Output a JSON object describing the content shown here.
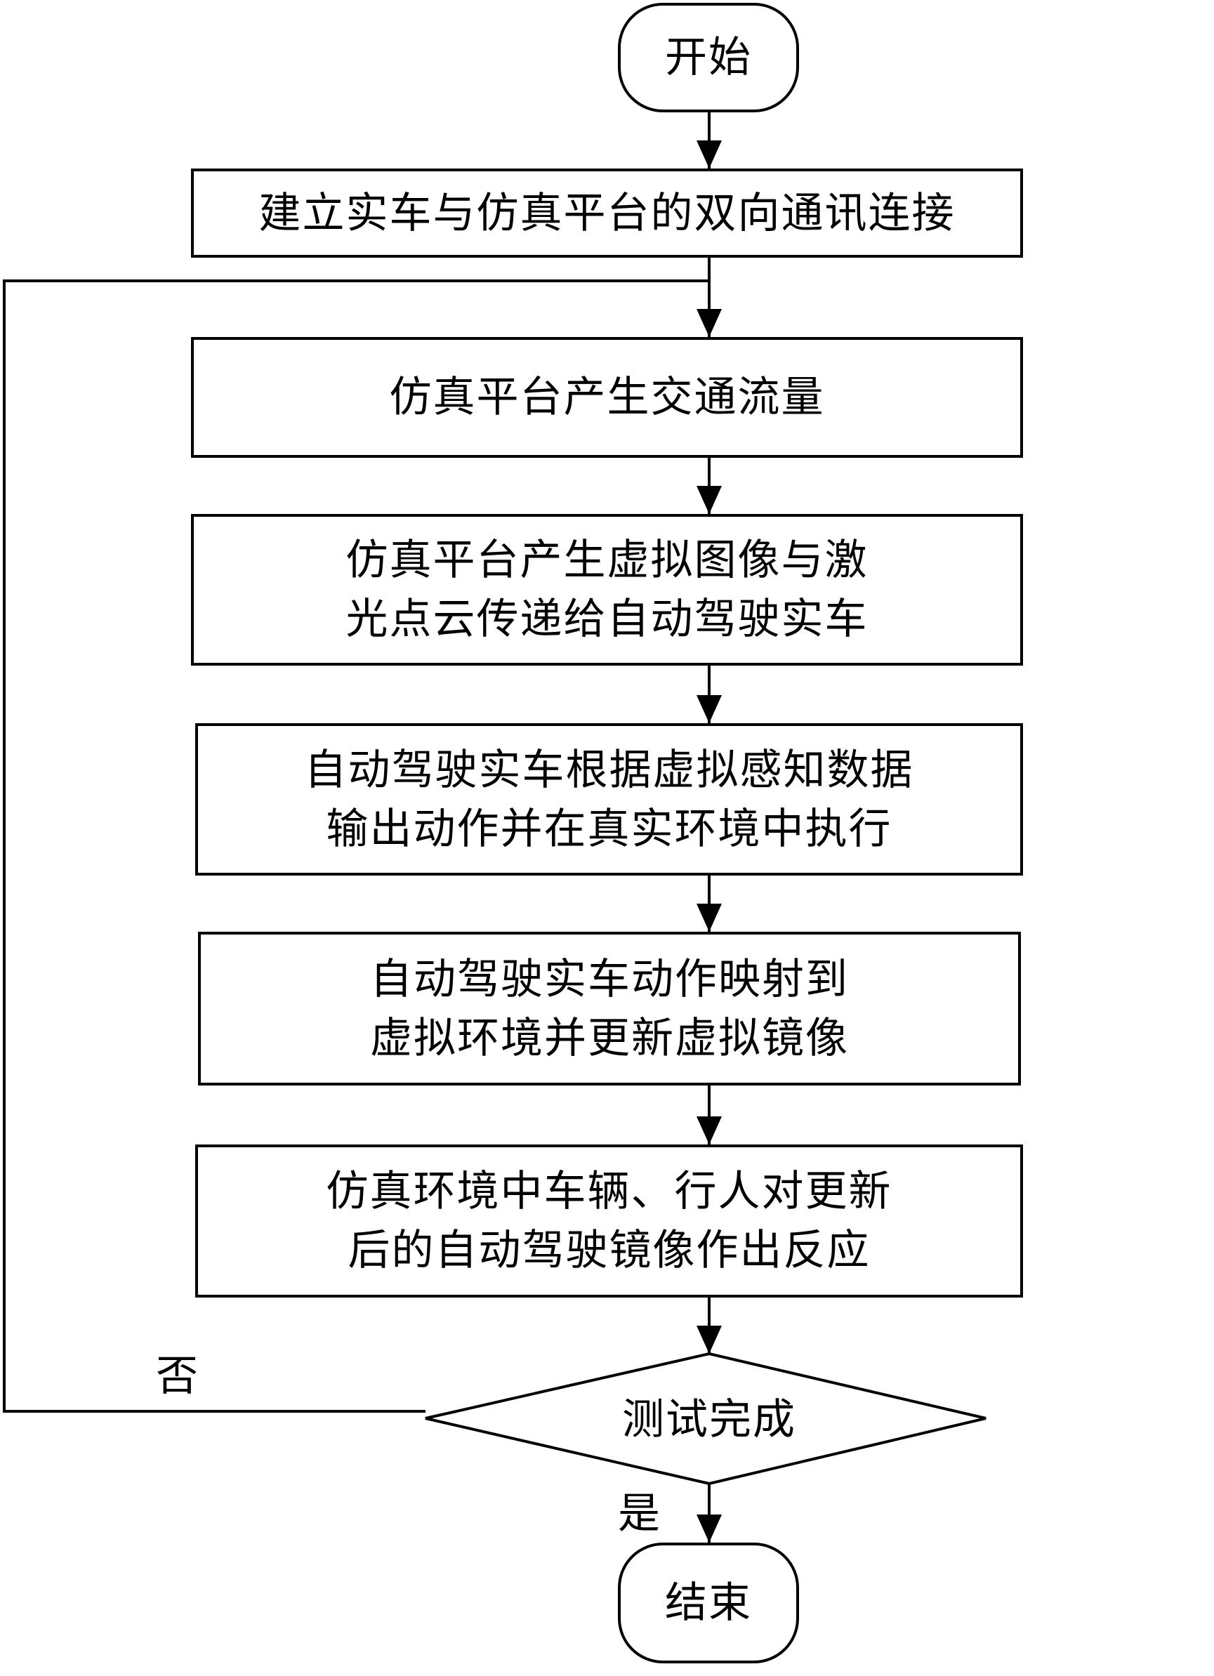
{
  "diagram": {
    "type": "flowchart",
    "nodes": {
      "start": "开始",
      "step1": "建立实车与仿真平台的双向通讯连接",
      "step2": "仿真平台产生交通流量",
      "step3": [
        "仿真平台产生虚拟图像与激",
        "光点云传递给自动驾驶实车"
      ],
      "step4": [
        "自动驾驶实车根据虚拟感知数据",
        "输出动作并在真实环境中执行"
      ],
      "step5": [
        "自动驾驶实车动作映射到",
        "虚拟环境并更新虚拟镜像"
      ],
      "step6": [
        "仿真环境中车辆、行人对更新",
        "后的自动驾驶镜像作出反应"
      ],
      "decision": "测试完成",
      "end": "结束"
    },
    "edge_labels": {
      "no": "否",
      "yes": "是"
    }
  }
}
